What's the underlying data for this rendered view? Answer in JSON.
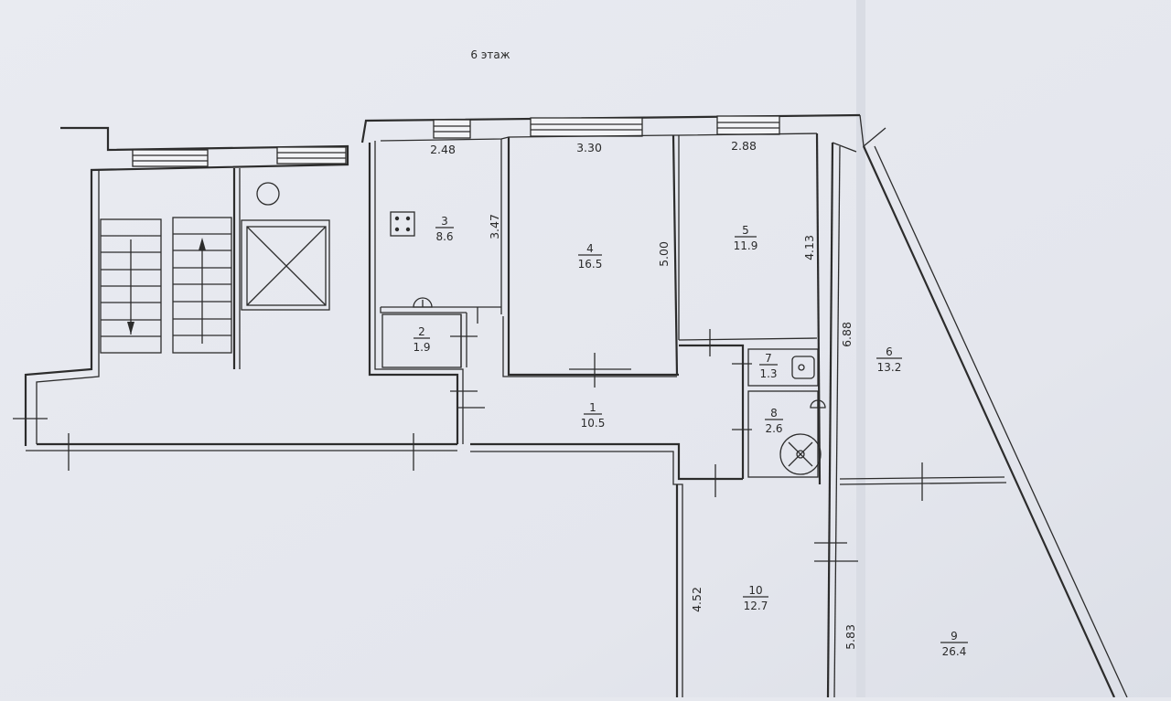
{
  "floor_title": "6 этаж",
  "dimensions": {
    "room3_width": "2.48",
    "room4_width": "3.30",
    "room5_width": "2.88",
    "room3_depth": "3.47",
    "room4_depth": "5.00",
    "room5_depth": "4.13",
    "room6_length": "6.88",
    "room10_depth": "4.52",
    "room9_length": "5.83"
  },
  "rooms": [
    {
      "number": "1",
      "area": "10.5"
    },
    {
      "number": "2",
      "area": "1.9"
    },
    {
      "number": "3",
      "area": "8.6"
    },
    {
      "number": "4",
      "area": "16.5"
    },
    {
      "number": "5",
      "area": "11.9"
    },
    {
      "number": "6",
      "area": "13.2"
    },
    {
      "number": "7",
      "area": "1.3"
    },
    {
      "number": "8",
      "area": "2.6"
    },
    {
      "number": "9",
      "area": "26.4"
    },
    {
      "number": "10",
      "area": "12.7"
    }
  ],
  "icons": [
    "stove-icon",
    "elevator-shaft-icon",
    "ventilation-fan-icon",
    "bathtub-icon",
    "toilet-icon",
    "stair-arrow-icon"
  ]
}
